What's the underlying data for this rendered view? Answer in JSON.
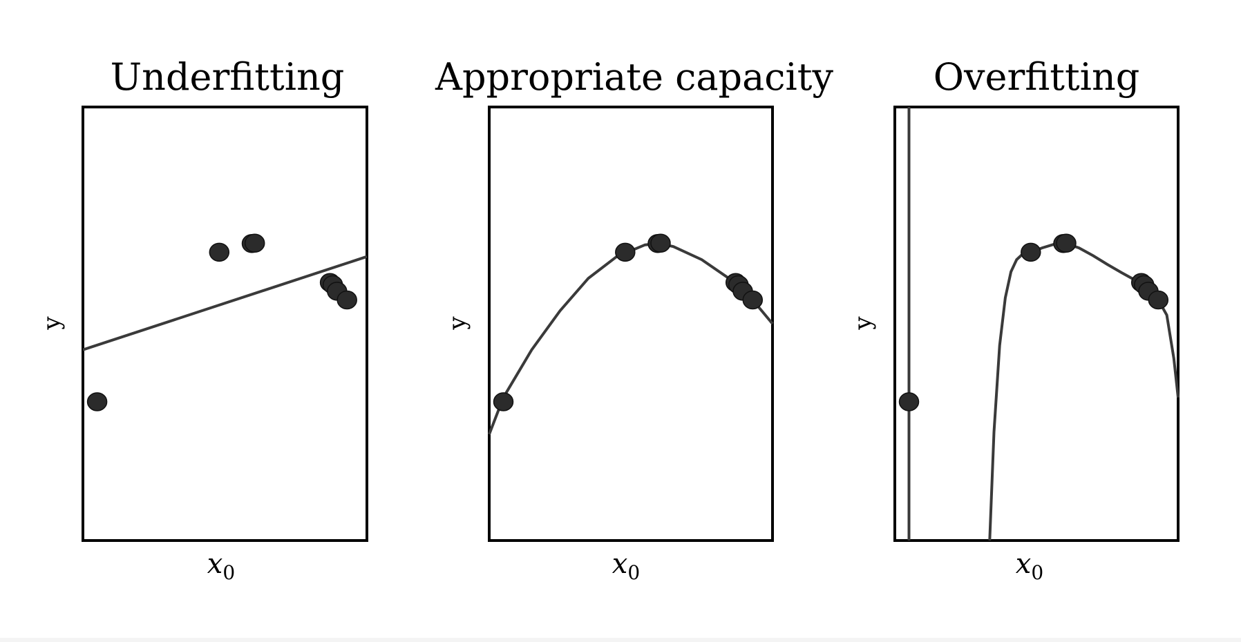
{
  "chart_data": [
    {
      "type": "scatter",
      "title": "Underfitting",
      "xlabel": "x",
      "xlabel_subscript": "0",
      "ylabel": "y",
      "xlim": [
        0,
        1
      ],
      "ylim": [
        0,
        1
      ],
      "grid": false,
      "points": {
        "x": [
          0.05,
          0.48,
          0.595,
          0.605,
          0.87,
          0.88,
          0.895,
          0.93
        ],
        "y": [
          0.32,
          0.665,
          0.685,
          0.686,
          0.595,
          0.59,
          0.575,
          0.555
        ]
      },
      "fit": {
        "kind": "linear",
        "x": [
          0,
          1
        ],
        "y": [
          0.44,
          0.655
        ]
      }
    },
    {
      "type": "scatter",
      "title": "Appropriate capacity",
      "xlabel": "x",
      "xlabel_subscript": "0",
      "ylabel": "y",
      "xlim": [
        0,
        1
      ],
      "ylim": [
        0,
        1
      ],
      "grid": false,
      "points": {
        "x": [
          0.05,
          0.48,
          0.595,
          0.605,
          0.87,
          0.88,
          0.895,
          0.93
        ],
        "y": [
          0.32,
          0.665,
          0.685,
          0.686,
          0.595,
          0.59,
          0.575,
          0.555
        ]
      },
      "fit": {
        "kind": "quadratic",
        "x": [
          0,
          0.05,
          0.15,
          0.25,
          0.35,
          0.45,
          0.55,
          0.6,
          0.65,
          0.75,
          0.85,
          0.93,
          1.0
        ],
        "y": [
          0.245,
          0.33,
          0.44,
          0.53,
          0.605,
          0.655,
          0.682,
          0.685,
          0.678,
          0.648,
          0.603,
          0.555,
          0.5
        ]
      }
    },
    {
      "type": "scatter",
      "title": "Overfitting",
      "xlabel": "x",
      "xlabel_subscript": "0",
      "ylabel": "y",
      "xlim": [
        0,
        1
      ],
      "ylim": [
        0,
        1
      ],
      "grid": false,
      "points": {
        "x": [
          0.05,
          0.48,
          0.595,
          0.605,
          0.87,
          0.88,
          0.895,
          0.93
        ],
        "y": [
          0.32,
          0.665,
          0.685,
          0.686,
          0.595,
          0.59,
          0.575,
          0.555
        ]
      },
      "fit": {
        "kind": "high-degree polynomial",
        "segments": [
          {
            "x": [
              0.05,
              0.05
            ],
            "y": [
              1.0,
              0.0
            ]
          },
          {
            "x": [
              0.335,
              0.35,
              0.37,
              0.39,
              0.41,
              0.43,
              0.45,
              0.48,
              0.52,
              0.56,
              0.6,
              0.65,
              0.7,
              0.75,
              0.8,
              0.85,
              0.9,
              0.93,
              0.96,
              0.985,
              1.0
            ],
            "y": [
              0.0,
              0.25,
              0.45,
              0.56,
              0.62,
              0.648,
              0.66,
              0.665,
              0.675,
              0.683,
              0.686,
              0.675,
              0.657,
              0.637,
              0.618,
              0.6,
              0.572,
              0.555,
              0.52,
              0.42,
              0.33
            ]
          }
        ]
      }
    }
  ]
}
